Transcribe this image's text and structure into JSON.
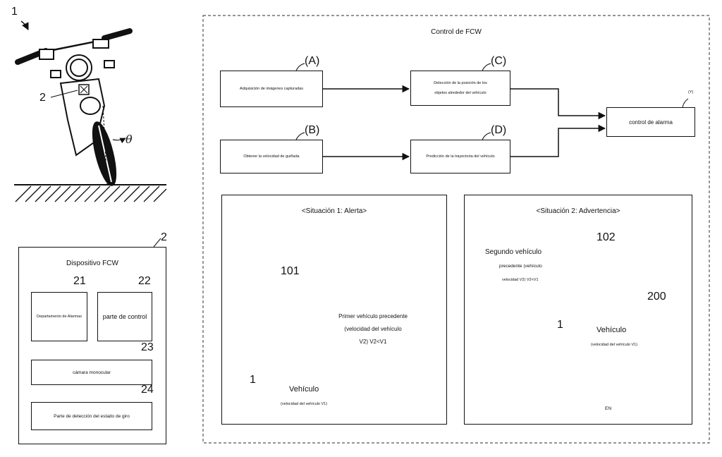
{
  "motorcycle_figure": {
    "ref": "1",
    "device_ref": "2",
    "angle_symbol": "θ"
  },
  "fcw_device": {
    "ref": "2",
    "title": "Dispositivo FCW",
    "blocks": [
      {
        "ref": "21",
        "label": "Departamento de Alarmas"
      },
      {
        "ref": "22",
        "label": "parte de control"
      },
      {
        "ref": "23",
        "label": "cámara monocular"
      },
      {
        "ref": "24",
        "label": "Parte de detección del estado de giro"
      }
    ]
  },
  "fcw_control": {
    "title": "Control de FCW",
    "blocks": {
      "A": {
        "tag": "(A)",
        "label": "Adquisición de imágenes capturadas"
      },
      "B": {
        "tag": "(B)",
        "label": "Obtener la velocidad de guiñada"
      },
      "C": {
        "tag": "(C)",
        "label_line1": "Detección de la posición de los",
        "label_line2": "objetos alrededor del vehículo"
      },
      "D": {
        "tag": "(D)",
        "label": "Predicción de la trayectoria del vehículo"
      },
      "Y": {
        "tag": "(Y)",
        "label": "control de alarma"
      }
    }
  },
  "situation1": {
    "title": "<Situación 1: Alerta>",
    "obstacle_ref": "101",
    "obstacle_line1": "Primer vehículo precedente",
    "obstacle_line2": "(velocidad del vehículo",
    "obstacle_line3": "V2) V2<V1",
    "vehicle_ref": "1",
    "vehicle_label": "Vehículo",
    "vehicle_speed": "(velocidad del vehículo V1)"
  },
  "situation2": {
    "title": "<Situación 2: Advertencia>",
    "obstacle_ref": "102",
    "obstacle_line1": "Segundo vehículo",
    "obstacle_line2": "precedente (vehículo",
    "obstacle_line3": "velocidad V2) V2<V1",
    "curve_ref": "200",
    "vehicle_ref": "1",
    "vehicle_label": "Vehículo",
    "vehicle_speed": "(velocidad del vehículo V1)",
    "width_label": "EN"
  }
}
